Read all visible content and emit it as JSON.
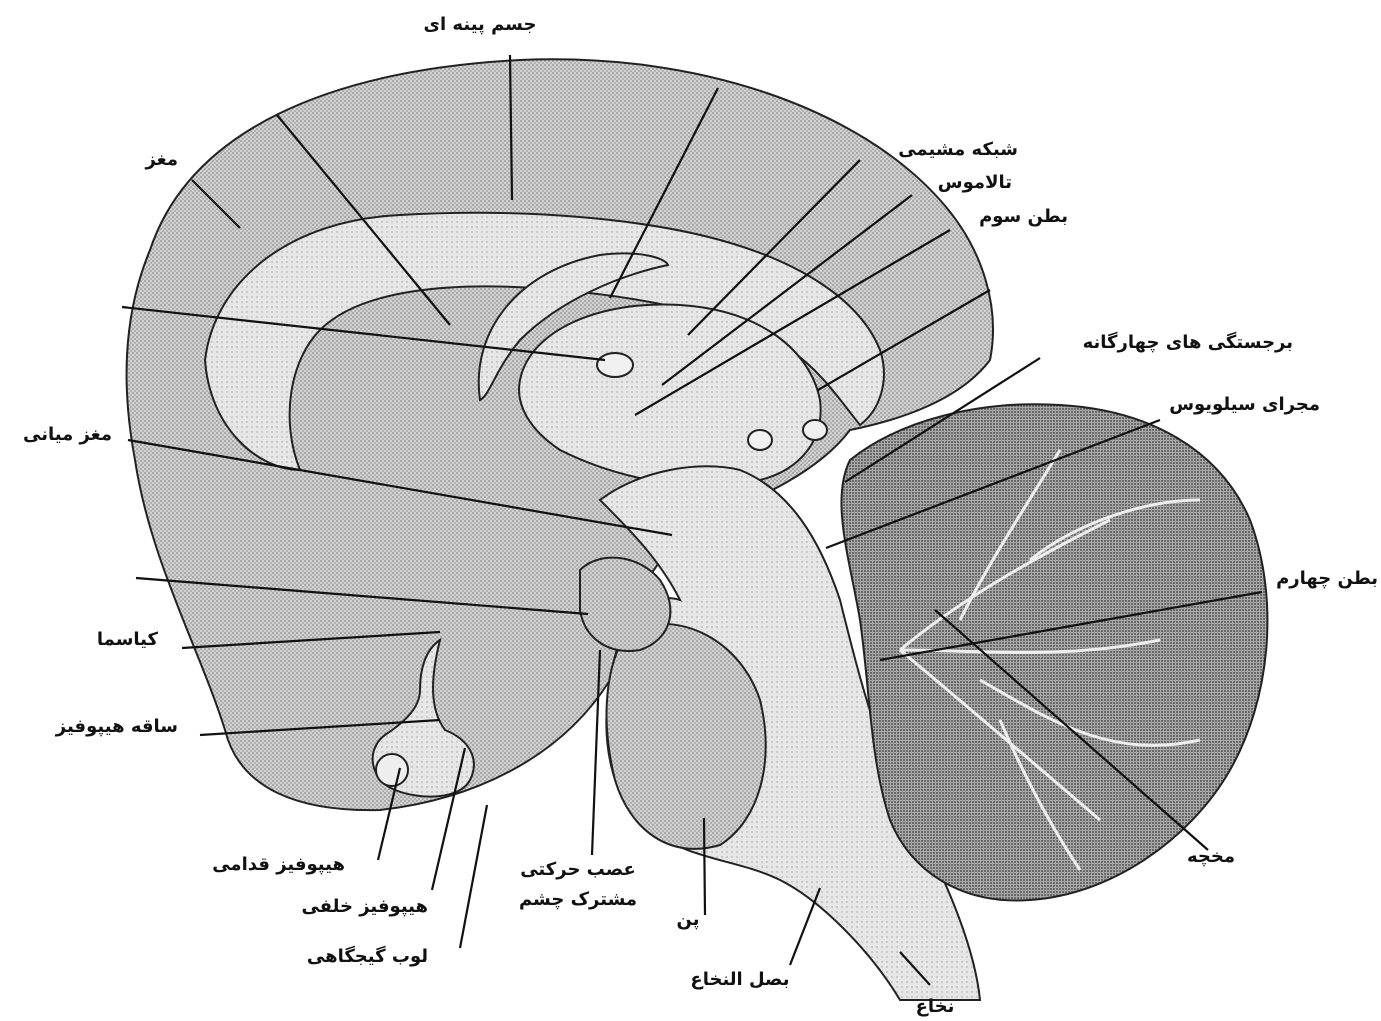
{
  "labels": {
    "corpus_callosum": "جسم پینه ای",
    "cerebrum": "مغز",
    "choroid_plexus": "شبکه مشیمی",
    "thalamus": "تالاموس",
    "third_ventricle": "بطن سوم",
    "quadrigeminal_bodies": "برجستگی های چهارگانه",
    "aqueduct_of_sylvius": "مجرای سیلویوس",
    "midbrain": "مغز میانی",
    "fourth_ventricle": "بطن چهارم",
    "chiasma": "کیاسما",
    "hypophysis_stalk": "ساقه هیپوفیز",
    "anterior_hypophysis": "هیپوفیز قدامی",
    "posterior_hypophysis": "هیپوفیز خلفی",
    "temporal_lobe": "لوب گیجگاهی",
    "oculomotor_nerve_line1": "عصب حرکتی",
    "oculomotor_nerve_line2": "مشترک چشم",
    "pons": "پن",
    "medulla_oblongata": "بصل النخاع",
    "spinal_cord": "نخاع",
    "cerebellum": "مخچه"
  }
}
